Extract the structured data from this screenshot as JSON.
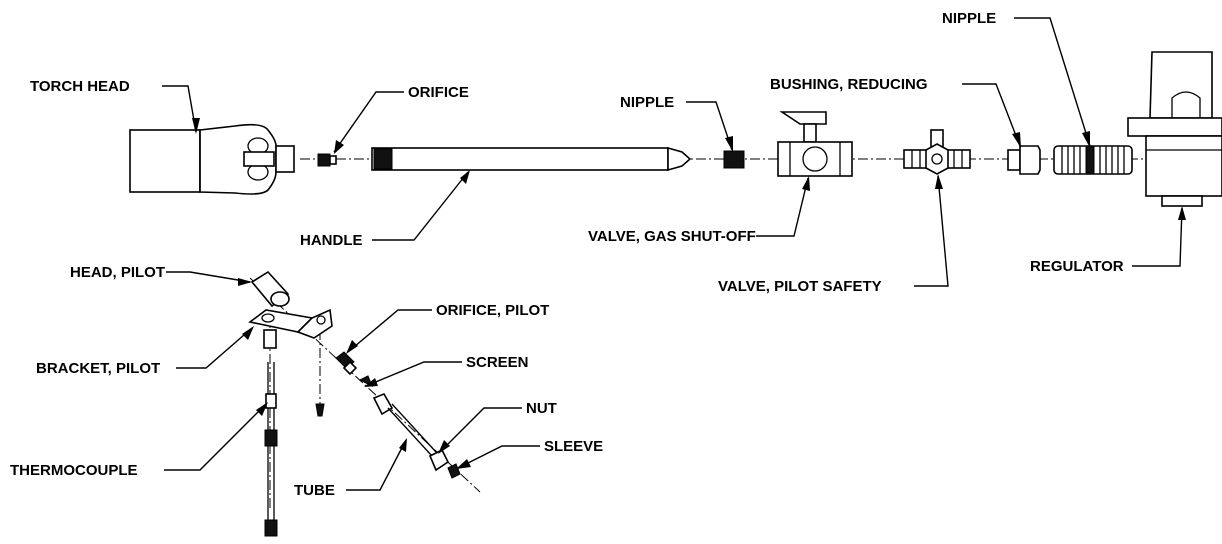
{
  "labels": {
    "torch_head": "TORCH HEAD",
    "orifice": "ORIFICE",
    "nipple_left": "NIPPLE",
    "nipple_right": "NIPPLE",
    "bushing_reducing": "BUSHING, REDUCING",
    "handle": "HANDLE",
    "valve_gas_shutoff": "VALVE, GAS SHUT-OFF",
    "valve_pilot_safety": "VALVE, PILOT SAFETY",
    "regulator": "REGULATOR",
    "head_pilot": "HEAD, PILOT",
    "orifice_pilot": "ORIFICE, PILOT",
    "bracket_pilot": "BRACKET, PILOT",
    "screen": "SCREEN",
    "nut": "NUT",
    "sleeve": "SLEEVE",
    "thermocouple": "THERMOCOUPLE",
    "tube": "TUBE"
  }
}
